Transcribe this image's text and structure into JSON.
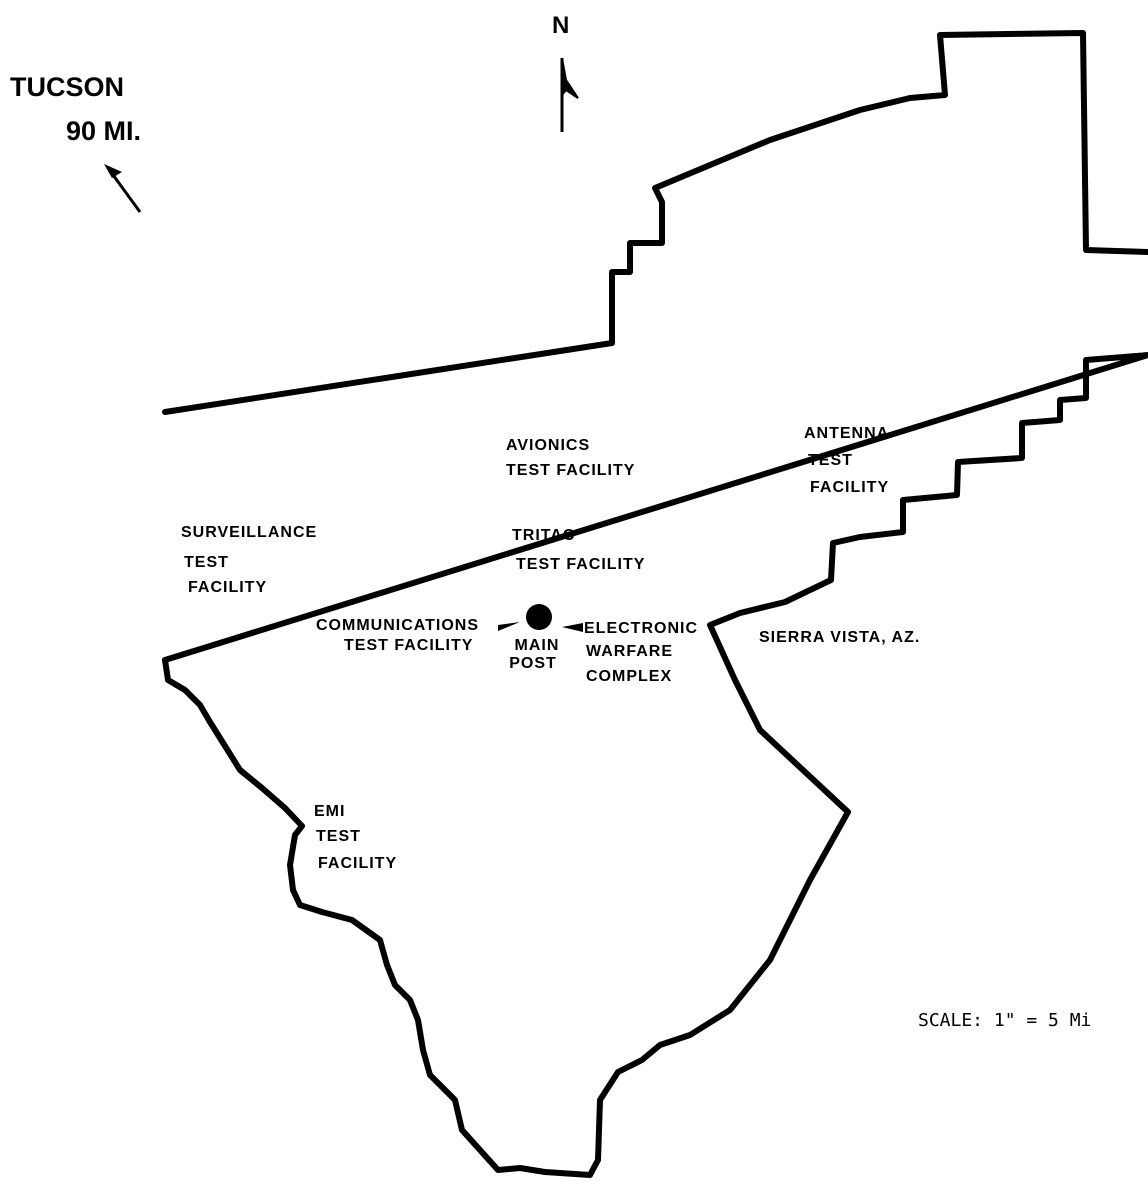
{
  "north": {
    "label": "N"
  },
  "tucson": {
    "line1": "TUCSON",
    "line2": "90 MI."
  },
  "scale": {
    "label": "SCALE: 1\" = 5 Mi"
  },
  "places": {
    "avionics": {
      "line1": "AVIONICS",
      "line2": "TEST FACILITY"
    },
    "antenna": {
      "line1": "ANTENNA",
      "line2": "TEST",
      "line3": "FACILITY"
    },
    "surveillance": {
      "line1": "SURVEILLANCE",
      "line2": "TEST",
      "line3": "FACILITY"
    },
    "tritac": {
      "line1": "TRITAC",
      "line2": "TEST FACILITY"
    },
    "communications": {
      "line1": "COMMUNICATIONS",
      "line2": "TEST FACILITY"
    },
    "main_post": {
      "line1": "MAIN",
      "line2": "POST"
    },
    "electronic_warfare": {
      "line1": "ELECTRONIC",
      "line2": "WARFARE",
      "line3": "COMPLEX"
    },
    "sierra_vista": {
      "label": "SIERRA VISTA, AZ."
    },
    "emi": {
      "line1": "EMI",
      "line2": "TEST",
      "line3": "FACILITY"
    }
  }
}
